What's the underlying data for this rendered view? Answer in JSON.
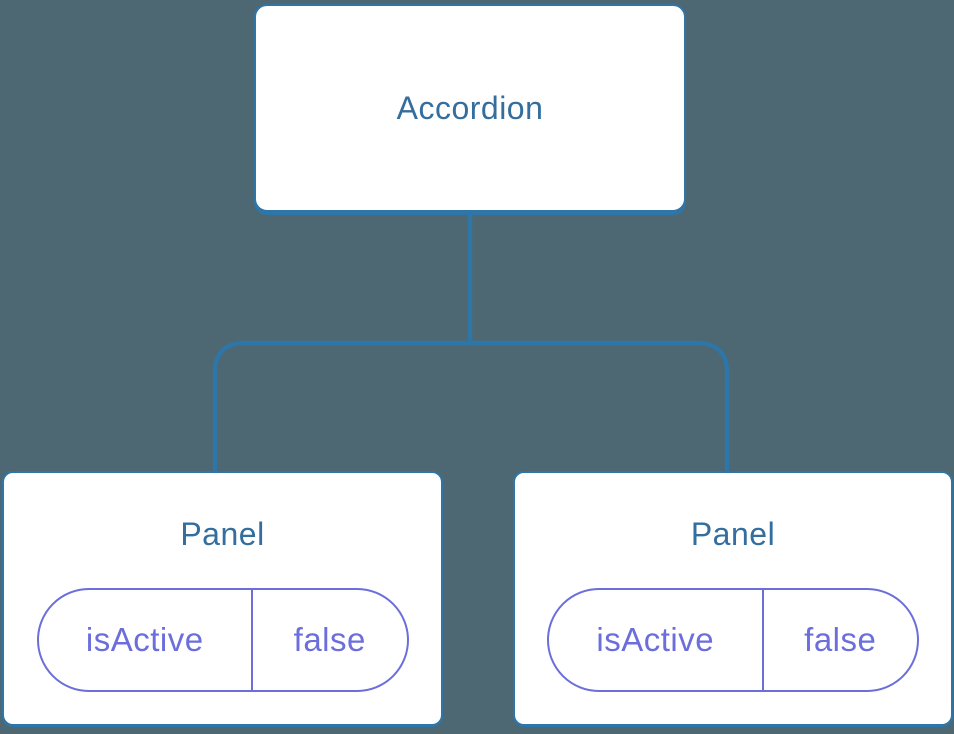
{
  "diagram": {
    "title": "component-tree",
    "root": {
      "label": "Accordion"
    },
    "children": [
      {
        "label": "Panel",
        "state": {
          "key": "isActive",
          "value": "false"
        }
      },
      {
        "label": "Panel",
        "state": {
          "key": "isActive",
          "value": "false"
        }
      }
    ]
  },
  "colors": {
    "background": "#4D6872",
    "connector": "#2E75A8",
    "card_border": "#2E75A8",
    "card_bg": "#FFFFFF",
    "title_text": "#336E9E",
    "state_accent": "#6B6EDB"
  }
}
